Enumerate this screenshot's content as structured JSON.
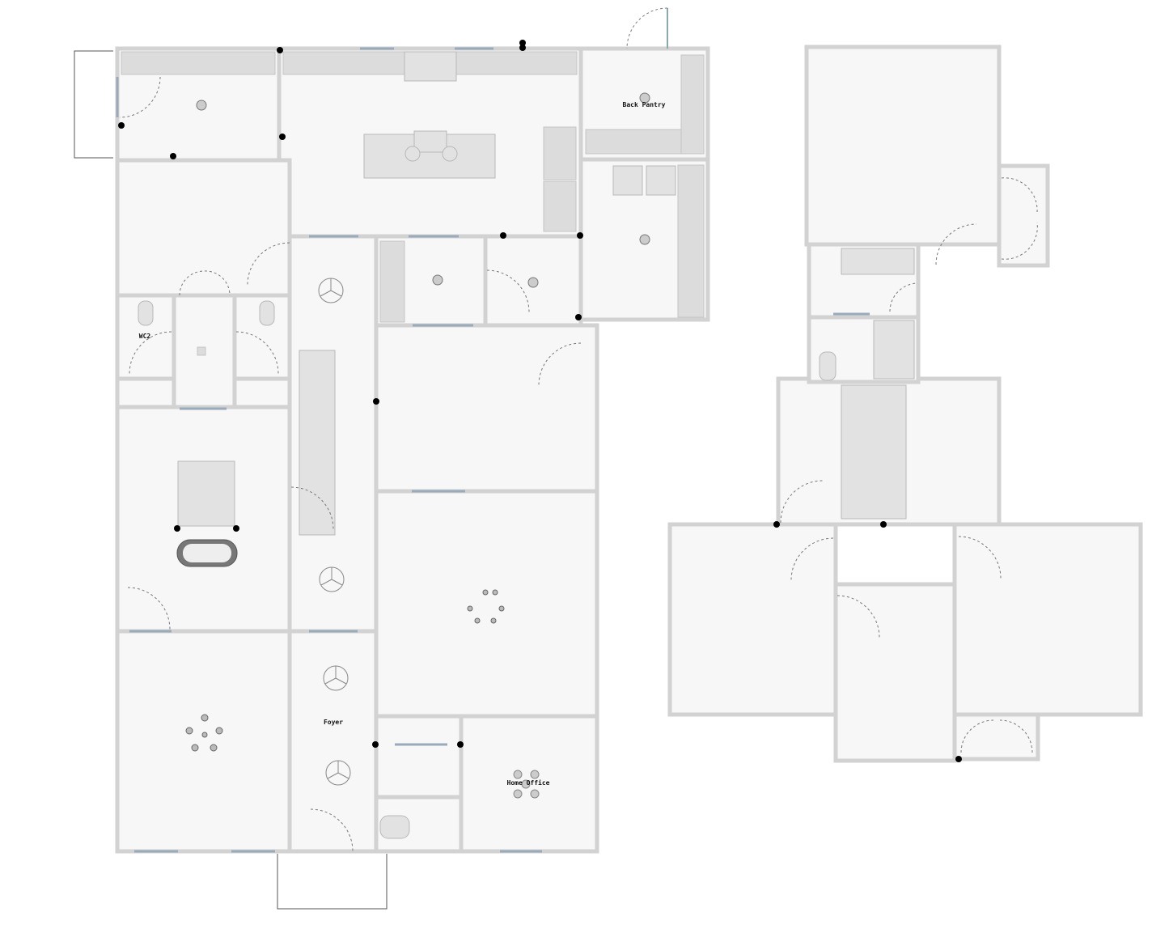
{
  "plan": {
    "labels": {
      "back_pantry": "Back Pantry",
      "wc2": "WC2",
      "foyer": "Foyer",
      "home_office": "Home Office"
    },
    "colors": {
      "wall": "#d2d2d2",
      "floor": "#f7f7f7",
      "fixture": "#e2e2e2",
      "marker": "#000000"
    }
  }
}
